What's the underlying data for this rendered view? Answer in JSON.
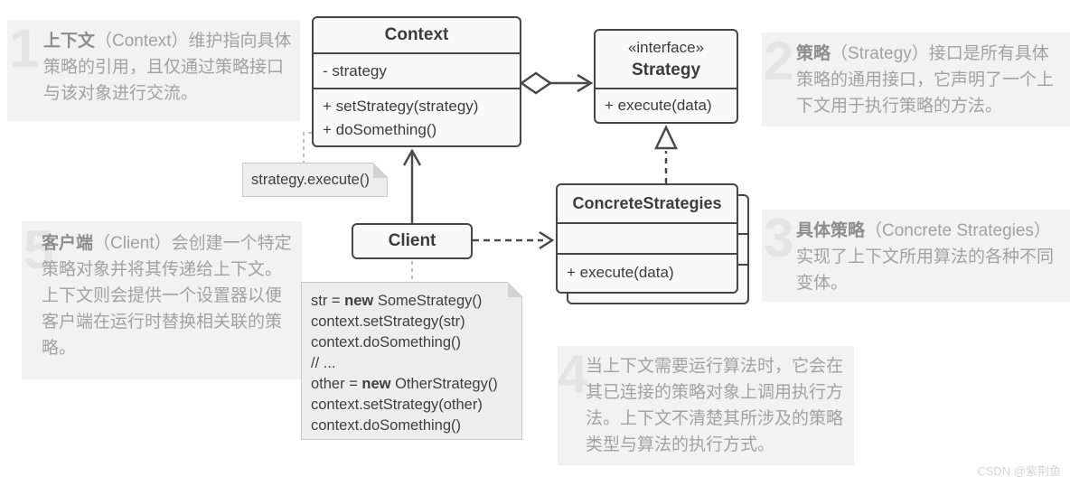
{
  "diagram_title": "Strategy pattern UML structure",
  "colors": {
    "box_border": "#464646",
    "box_fill": "#f9f9f9",
    "note_fill": "#ededed",
    "annotation_bg": "#f2f2f2",
    "annotation_text": "#a2a2a2",
    "wire_dark": "#4a4a4a",
    "wire_light": "#c5c5c5"
  },
  "classes": {
    "context": {
      "title": "Context",
      "field": "- strategy",
      "method1": "+ setStrategy(strategy)",
      "method2": "+ doSomething()"
    },
    "strategy": {
      "stereotype": "«interface»",
      "title": "Strategy",
      "method1": "+ execute(data)"
    },
    "client": {
      "title": "Client"
    },
    "concrete": {
      "title": "ConcreteStrategies",
      "method1": "+ execute(data)"
    }
  },
  "notes": {
    "execute_note": "strategy.execute()",
    "code_note": {
      "line1": {
        "pre": "str = ",
        "kw": "new",
        "post": " SomeStrategy()"
      },
      "line2": "context.setStrategy(str)",
      "line3": "context.doSomething()",
      "line4": "// ...",
      "line5": {
        "pre": "other = ",
        "kw": "new",
        "post": " OtherStrategy()"
      },
      "line6": "context.setStrategy(other)",
      "line7": "context.doSomething()"
    }
  },
  "annotations": [
    {
      "number": "1",
      "bold": "上下文",
      "rest": "（Context）维护指向具体策略的引用，且仅通过策略接口与该对象进行交流。"
    },
    {
      "number": "2",
      "bold": "策略",
      "rest": "（Strategy）接口是所有具体策略的通用接口，它声明了一个上下文用于执行策略的方法。"
    },
    {
      "number": "3",
      "bold": "具体策略",
      "rest": "（Concrete Strategies）实现了上下文所用算法的各种不同变体。"
    },
    {
      "number": "4",
      "bold": "",
      "rest": "当上下文需要运行算法时，它会在其已连接的策略对象上调用执行方法。上下文不清楚其所涉及的策略类型与算法的执行方式。"
    },
    {
      "number": "5",
      "bold": "客户端",
      "rest": "（Client）会创建一个特定策略对象并将其传递给上下文。上下文则会提供一个设置器以便客户端在运行时替换相关联的策略。"
    }
  ],
  "watermark": "CSDN @紫荆鱼"
}
